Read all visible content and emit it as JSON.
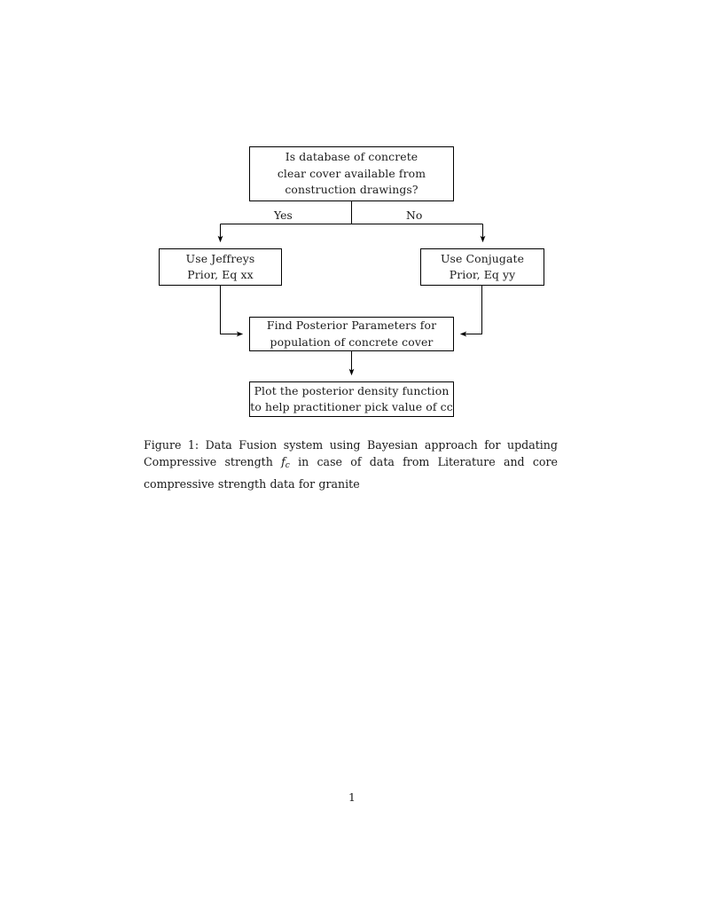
{
  "document": {
    "page_number": "1"
  },
  "figure": {
    "nodes": {
      "question": {
        "lines": [
          "Is database of concrete",
          "clear cover available from",
          "construction drawings?"
        ]
      },
      "jeffreys": {
        "lines": [
          "Use Jeffreys",
          "Prior, Eq xx"
        ]
      },
      "conjugate": {
        "lines": [
          "Use Conjugate",
          "Prior, Eq yy"
        ]
      },
      "posterior": {
        "lines": [
          "Find Posterior Parameters for",
          "population of concrete cover"
        ]
      },
      "plot": {
        "lines": [
          "Plot the posterior density function",
          "to help practitioner pick value of cc"
        ]
      }
    },
    "edge_labels": {
      "yes": "Yes",
      "no": "No"
    },
    "caption": {
      "label": "Figure 1:",
      "text_before_math": "Data Fusion system using Bayesian approach for updating Compressive strength",
      "math_base": "f",
      "math_sub": "c",
      "text_after_math": "in case of data from Literature and core compressive strength data for granite"
    },
    "style": {
      "line_color": "#000000",
      "text_color": "#1a1a1a",
      "background": "#ffffff"
    }
  }
}
